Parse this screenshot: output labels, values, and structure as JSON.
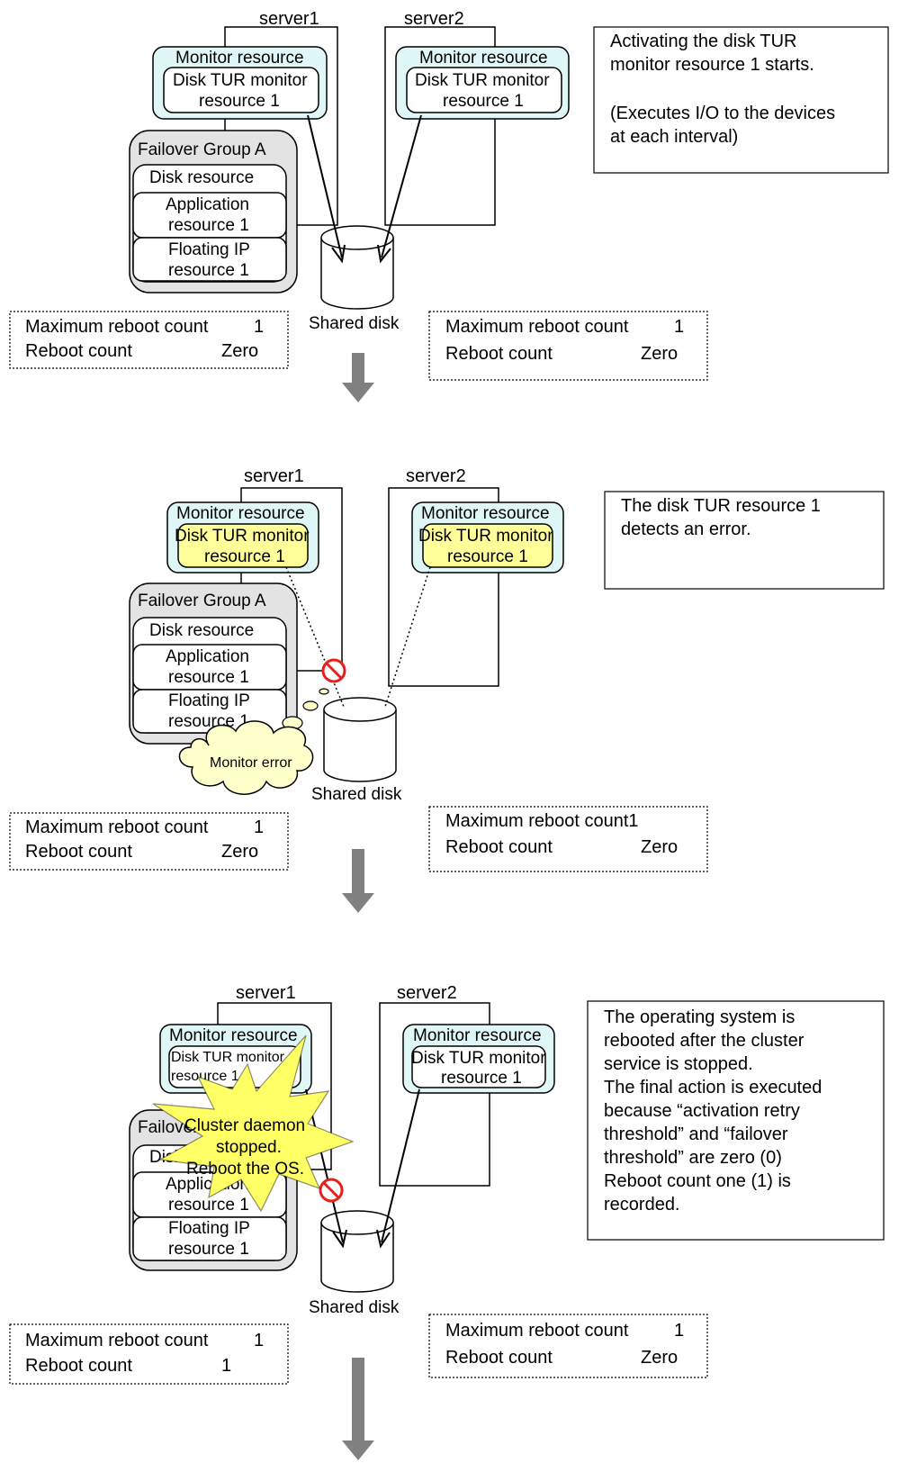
{
  "panels": [
    {
      "server1_label": "server1",
      "server2_label": "server2",
      "monitor_resource_label": "Monitor resource",
      "disk_tur_label_line1": "Disk TUR monitor",
      "disk_tur_label_line2": "resource 1",
      "server2_monitor_resource_label": "Monitor resource",
      "server2_disk_tur_line1": "Disk TUR monitor",
      "server2_disk_tur_line2": "resource 1",
      "failover_group_label": "Failover Group A",
      "disk_resource_label": "Disk resource",
      "application_resource_line1": "Application",
      "application_resource_line2": "resource 1",
      "floating_ip_line1": "Floating IP",
      "floating_ip_line2": "resource 1",
      "shared_disk_label": "Shared disk",
      "left_counts": {
        "max_label": "Maximum reboot count",
        "max_value": "1",
        "reboot_label": "Reboot count",
        "reboot_value": "Zero"
      },
      "right_counts": {
        "max_label": "Maximum reboot count",
        "max_value": "1",
        "reboot_label": "Reboot count",
        "reboot_value": "Zero"
      },
      "note_lines": [
        "Activating the disk TUR",
        "monitor resource 1 starts.",
        "",
        "(Executes I/O to the devices",
        "at each interval)"
      ]
    },
    {
      "server1_label": "server1",
      "server2_label": "server2",
      "monitor_resource_label": "Monitor resource",
      "disk_tur_label_line1": "Disk TUR monitor",
      "disk_tur_label_line2": "resource 1",
      "server2_monitor_resource_label": "Monitor resource",
      "server2_disk_tur_line1": "Disk TUR monitor",
      "server2_disk_tur_line2": "resource 1",
      "failover_group_label": "Failover Group A",
      "disk_resource_label": "Disk resource",
      "application_resource_line1": "Application",
      "application_resource_line2": "resource 1",
      "floating_ip_line1": "Floating IP",
      "floating_ip_line2": "resource 1",
      "shared_disk_label": "Shared disk",
      "monitor_error_label": "Monitor error",
      "left_counts": {
        "max_label": "Maximum reboot count",
        "max_value": "1",
        "reboot_label": "Reboot count",
        "reboot_value": "Zero"
      },
      "right_counts": {
        "max_label": "Maximum reboot count1",
        "max_value": "",
        "reboot_label": "Reboot count",
        "reboot_value": "Zero"
      },
      "note_lines": [
        "The disk TUR resource 1",
        "detects an error."
      ]
    },
    {
      "server1_label": "server1",
      "server2_label": "server2",
      "monitor_resource_label": "Monitor resource",
      "disk_tur_label_line1": "Disk TUR monitor",
      "disk_tur_label_line2": "resource 1",
      "server2_monitor_resource_label": "Monitor resource",
      "server2_disk_tur_line1": "Disk TUR monitor",
      "server2_disk_tur_line2": "resource 1",
      "failover_group_label": "Failover Group A",
      "disk_resource_label": "Disk resource",
      "application_resource_line1": "Application",
      "application_resource_line2": "resource 1",
      "floating_ip_line1": "Floating IP",
      "floating_ip_line2": "resource 1",
      "shared_disk_label": "Shared disk",
      "burst_lines": [
        "Cluster daemon",
        "stopped.",
        "Reboot the OS."
      ],
      "left_counts": {
        "max_label": "Maximum reboot count",
        "max_value": "1",
        "reboot_label": "Reboot count",
        "reboot_value": "1"
      },
      "right_counts": {
        "max_label": "Maximum reboot count",
        "max_value": "1",
        "reboot_label": "Reboot count",
        "reboot_value": "Zero"
      },
      "note_lines": [
        "The operating system is",
        "rebooted after the cluster",
        "service is stopped.",
        "The final action is executed",
        "because “activation retry",
        "threshold” and “failover",
        "threshold” are zero (0)",
        "Reboot count one (1) is",
        "recorded."
      ]
    }
  ],
  "colors": {
    "monitor_fill": "#dff7f7",
    "failover_fill": "#e3e3e3",
    "error_fill": "#ffff99",
    "cloud_fill": "#ffffcc",
    "burst_fill": "#ffff66",
    "arrow_fill": "#808080",
    "prohibit": "#e8201c"
  }
}
